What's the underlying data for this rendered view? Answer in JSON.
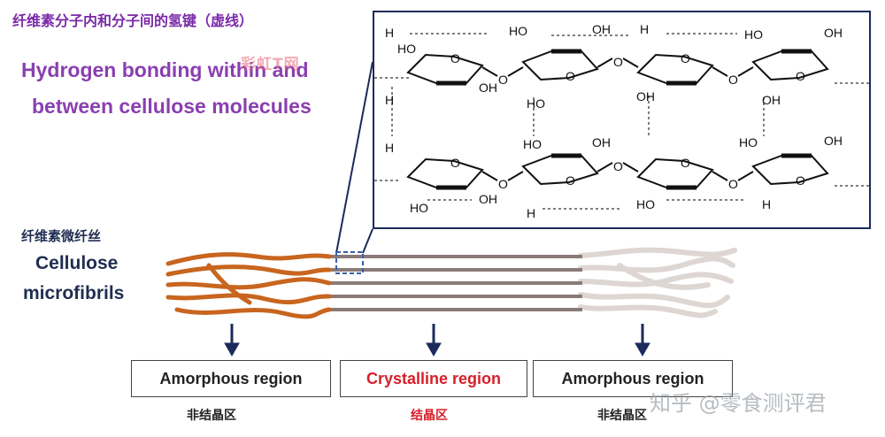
{
  "titles": {
    "zh": "纤维素分子内和分子间的氢键（虚线）",
    "en_line1": "Hydrogen bonding within and",
    "en_line2": "between cellulose molecules"
  },
  "watermark_top": "彩虹T网",
  "fibril": {
    "zh": "纤维素微纤丝",
    "en_line1": "Cellulose",
    "en_line2": "microfibrils"
  },
  "regions": {
    "left": {
      "label": "Amorphous  region",
      "zh": "非结晶区"
    },
    "middle": {
      "label": "Crystalline region",
      "zh": "结晶区"
    },
    "right": {
      "label": "Amorphous  region",
      "zh": "非结晶区"
    }
  },
  "molecule_labels": {
    "H": "H",
    "OH": "OH",
    "HO": "HO",
    "O": "O"
  },
  "watermark_bottom": "知乎 @零食测评君",
  "colors": {
    "title_purple": "#8a3fb0",
    "fibril_text": "#1f2d50",
    "amorphous_fibril": "#c8651e",
    "crystalline_fibril": "#8a7a77",
    "faded_fibril": "#dcd6d2",
    "crystalline_red": "#d6202a",
    "panel_border": "#1c2a5c"
  }
}
